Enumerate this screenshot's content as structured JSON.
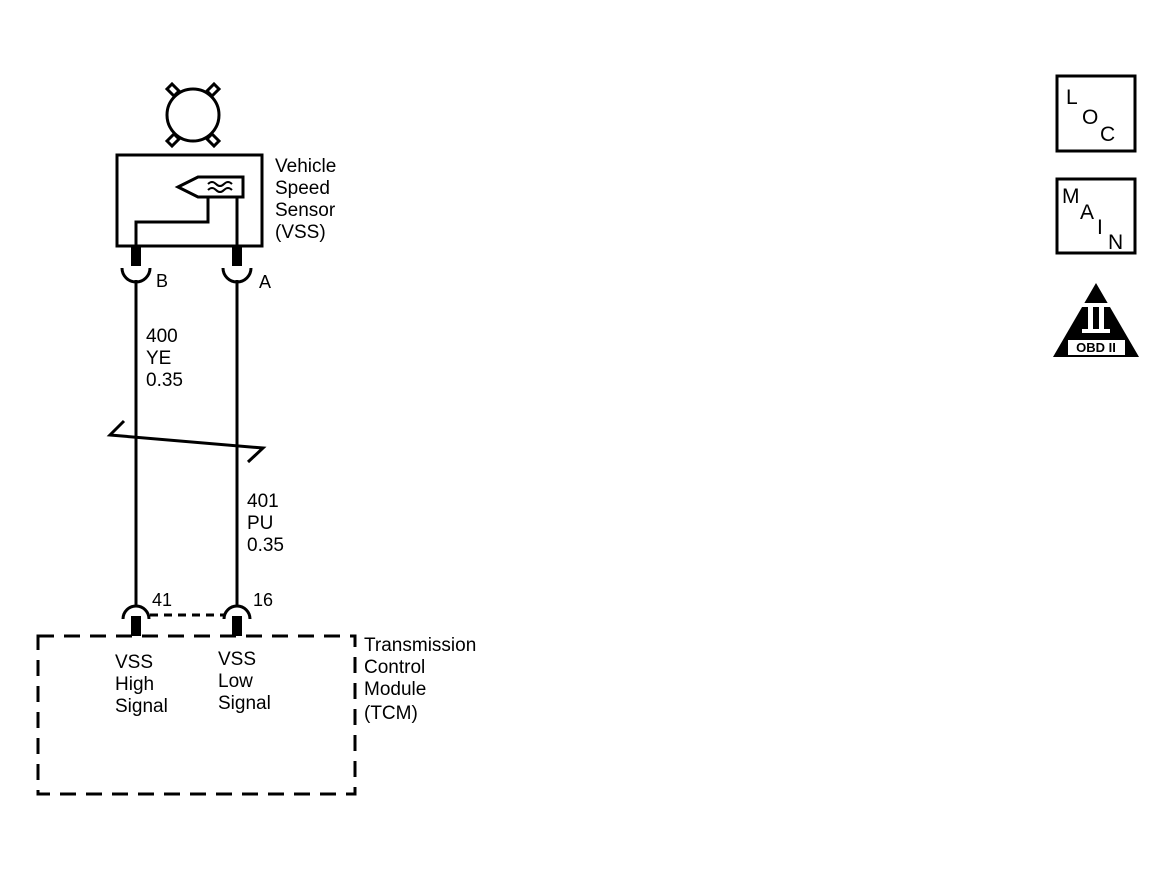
{
  "sensor": {
    "name_lines": [
      "Vehicle",
      "Speed",
      "Sensor",
      "(VSS)"
    ],
    "pins": {
      "left": "B",
      "right": "A"
    }
  },
  "wires": {
    "left": {
      "lines": [
        "400",
        "YE",
        "0.35"
      ]
    },
    "right": {
      "lines": [
        "401",
        "PU",
        "0.35"
      ]
    }
  },
  "module": {
    "name_lines": [
      "Transmission",
      "Control",
      "Module",
      "(TCM)"
    ],
    "pins": {
      "left": "41",
      "right": "16"
    },
    "left_signal_lines": [
      "VSS",
      "High",
      "Signal"
    ],
    "right_signal_lines": [
      "VSS",
      "Low",
      "Signal"
    ]
  },
  "icons": {
    "loc": {
      "letters": [
        "L",
        "O",
        "C"
      ],
      "icon": "loc-icon"
    },
    "main": {
      "letters": [
        "M",
        "A",
        "I",
        "N"
      ],
      "icon": "main-icon"
    },
    "obd": {
      "symbol": "II",
      "label": "OBD II",
      "icon": "obd-ii-icon"
    }
  },
  "colors": {
    "ink": "#000000",
    "background": "#ffffff"
  }
}
